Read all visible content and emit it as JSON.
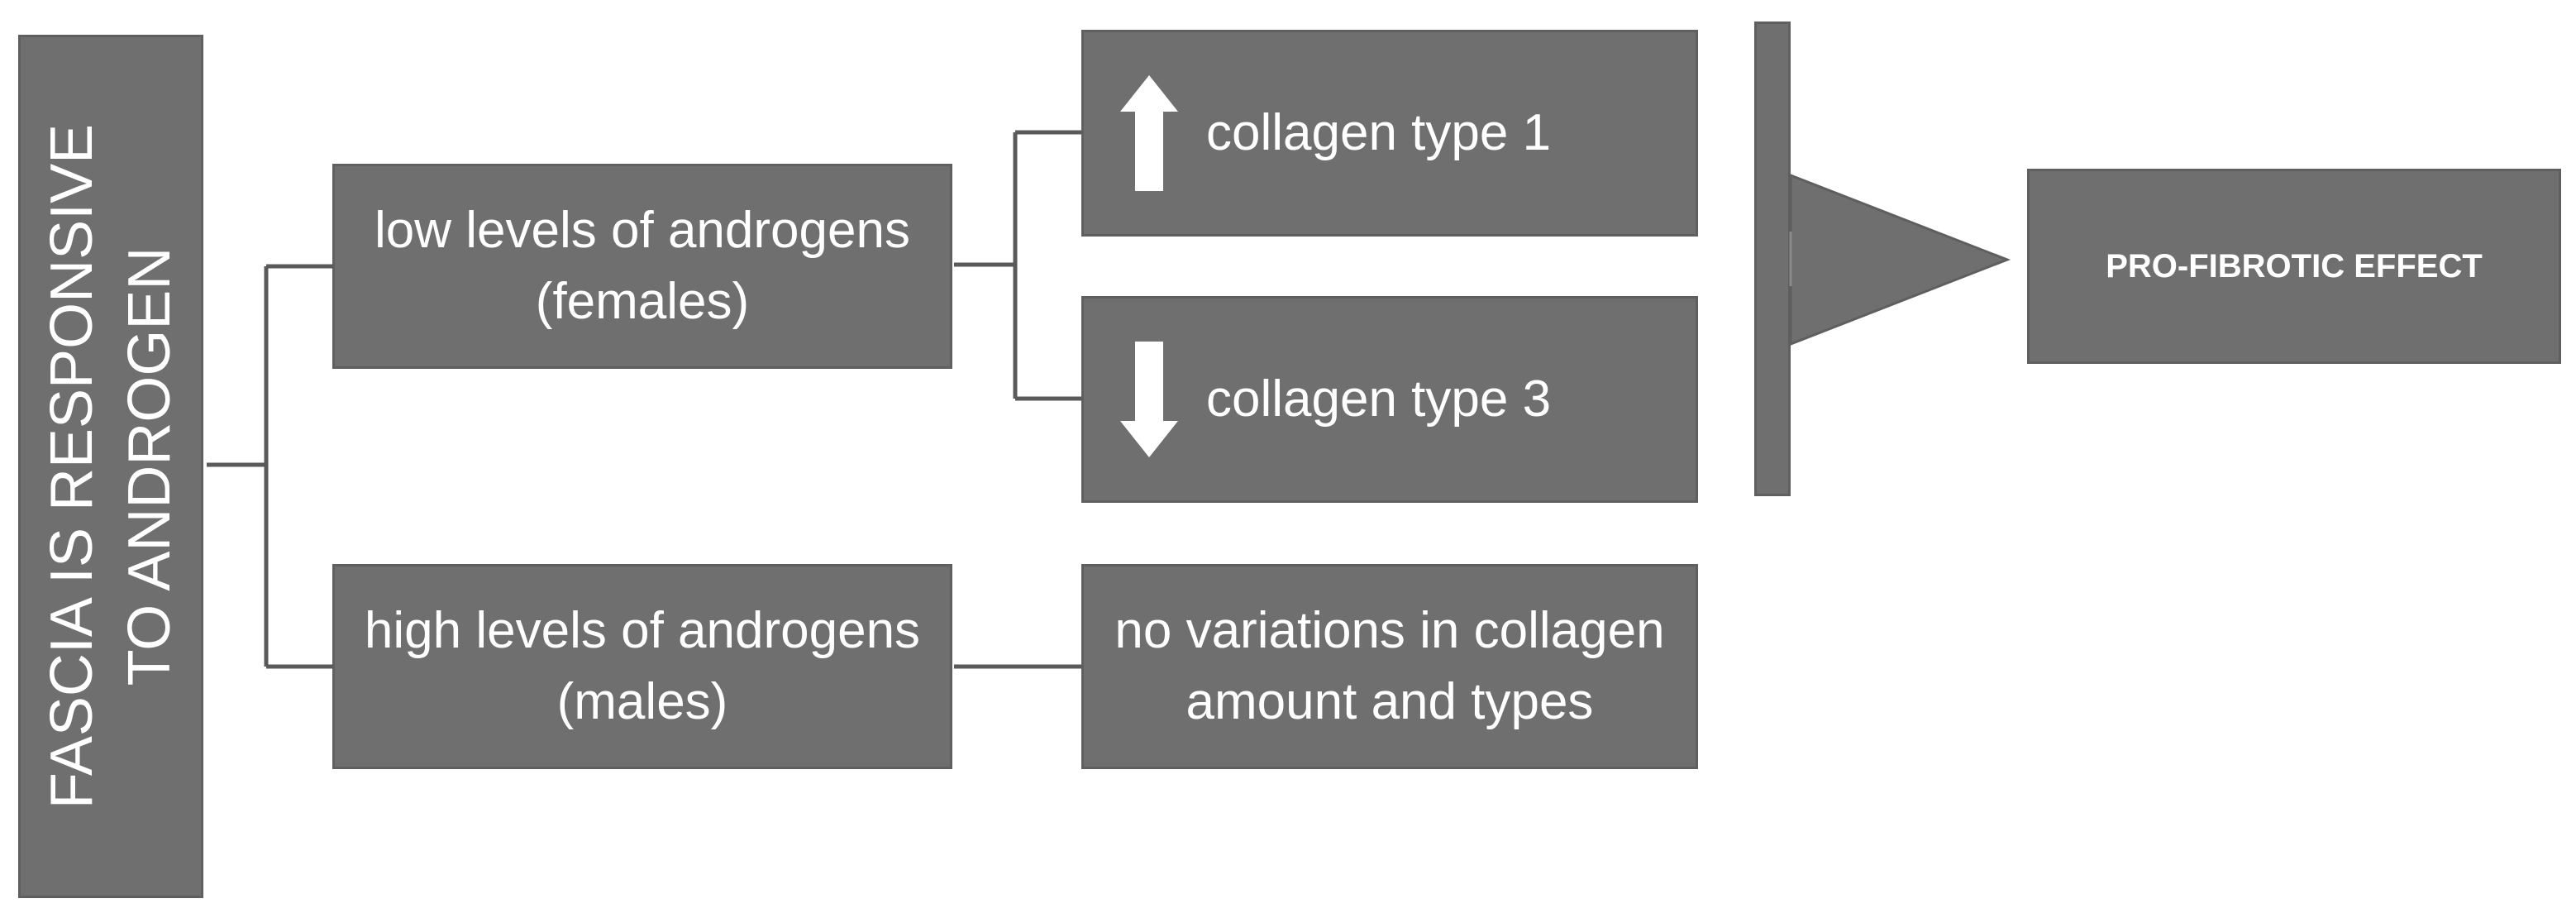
{
  "diagram": {
    "root": "FASCIA IS RESPONSIVE\nTO ANDROGEN",
    "low_androgens": "low levels of androgens\n(females)",
    "high_androgens": "high levels of androgens\n(males)",
    "collagen_type_1": "collagen type 1",
    "collagen_type_3": "collagen type 3",
    "no_variations": "no variations in collagen\namount and types",
    "effect": "PRO-FIBROTIC EFFECT"
  },
  "icons": {
    "collagen_type_1": "arrow-up-icon",
    "collagen_type_3": "arrow-down-icon"
  },
  "colors": {
    "box_fill": "#6f6f6f",
    "box_text": "#ffffff",
    "connector": "#5a5a5a"
  }
}
